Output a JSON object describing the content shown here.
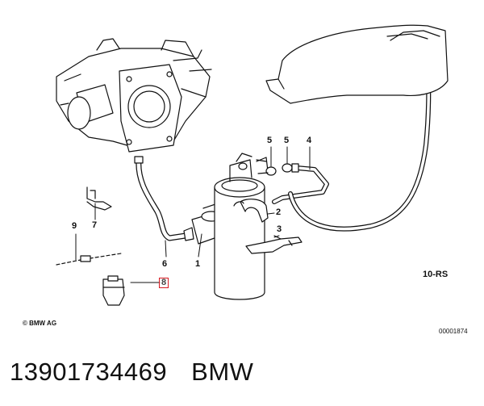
{
  "callouts": {
    "c1": "1",
    "c2": "2",
    "c3": "3",
    "c4": "4",
    "c5a": "5",
    "c5b": "5",
    "c6": "6",
    "c7": "7",
    "c8": "8",
    "c9": "9"
  },
  "variant_label": "10-RS",
  "copyright": "© BMW AG",
  "drawing_number": "00001874",
  "footer": {
    "part_number": "13901734469",
    "brand": "BMW"
  },
  "colors": {
    "line": "#111111",
    "highlight": "#d81b22",
    "background": "#ffffff"
  }
}
